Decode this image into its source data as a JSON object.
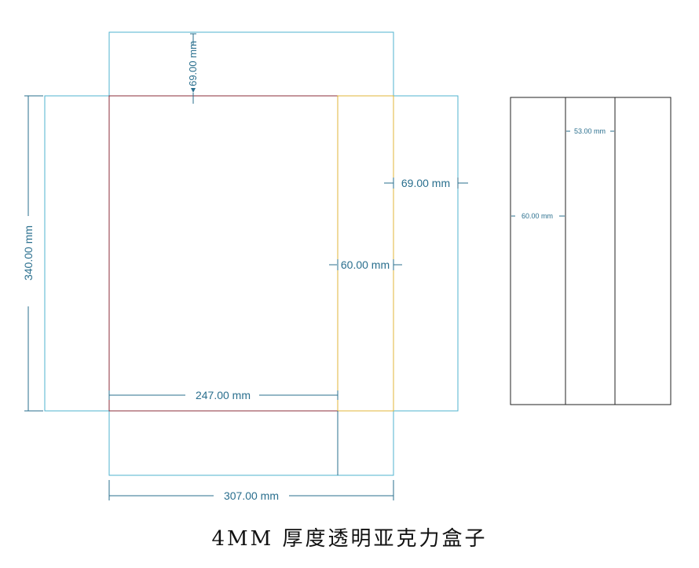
{
  "colors": {
    "outline": "#4fb3cf",
    "front_panel": "#8b2c3a",
    "side_panel": "#e0b43a",
    "dimension": "#2a6f8e",
    "side_view": "#222222"
  },
  "dimensions": {
    "top_flap": "69.00 mm",
    "height": "340.00 mm",
    "side_flap": "69.00 mm",
    "side_width": "60.00 mm",
    "front_width": "247.00 mm",
    "total_width": "307.00 mm",
    "side_view_middle": "53.00 mm",
    "side_view_left": "60.00 mm"
  },
  "caption": "4MM 厚度透明亚克力盒子"
}
